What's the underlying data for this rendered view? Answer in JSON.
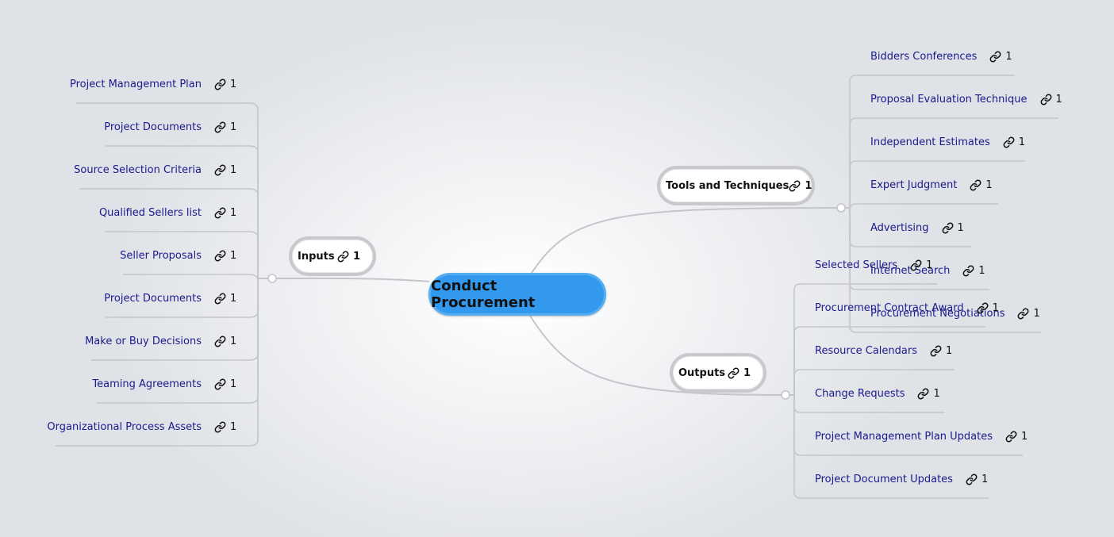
{
  "root": {
    "label": "Conduct Procurement"
  },
  "branches": {
    "inputs": {
      "label": "Inputs",
      "count": "1",
      "items": [
        {
          "label": "Project Management Plan",
          "count": "1"
        },
        {
          "label": "Project Documents",
          "count": "1"
        },
        {
          "label": "Source Selection Criteria",
          "count": "1"
        },
        {
          "label": "Qualified Sellers list",
          "count": "1"
        },
        {
          "label": "Seller Proposals",
          "count": "1"
        },
        {
          "label": "Project Documents",
          "count": "1"
        },
        {
          "label": "Make or Buy Decisions",
          "count": "1"
        },
        {
          "label": "Teaming Agreements",
          "count": "1"
        },
        {
          "label": "Organizational Process Assets",
          "count": "1"
        }
      ]
    },
    "tools": {
      "label": "Tools and Techniques",
      "count": "1",
      "items": [
        {
          "label": "Bidders Conferences",
          "count": "1"
        },
        {
          "label": "Proposal Evaluation Technique",
          "count": "1"
        },
        {
          "label": "Independent Estimates",
          "count": "1"
        },
        {
          "label": "Expert Judgment",
          "count": "1"
        },
        {
          "label": "Advertising",
          "count": "1"
        },
        {
          "label": "Internet Search",
          "count": "1"
        },
        {
          "label": "Procurement Negotiations",
          "count": "1"
        }
      ]
    },
    "outputs": {
      "label": "Outputs",
      "count": "1",
      "items": [
        {
          "label": "Selected Sellers",
          "count": "1"
        },
        {
          "label": "Procurement Contract Award",
          "count": "1"
        },
        {
          "label": "Resource Calendars",
          "count": "1"
        },
        {
          "label": "Change Requests",
          "count": "1"
        },
        {
          "label": "Project Management Plan Updates",
          "count": "1"
        },
        {
          "label": "Project Document Updates",
          "count": "1"
        }
      ]
    }
  },
  "icons": {
    "link": "link-icon"
  },
  "colors": {
    "root_fill": "#3399ee",
    "leaf_text": "#1a1a8c",
    "connector": "#c4c6c9"
  }
}
